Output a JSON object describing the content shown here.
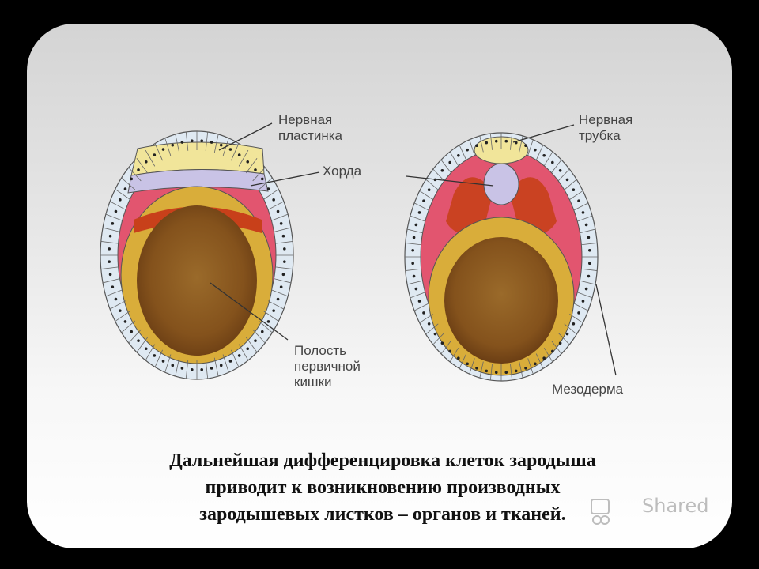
{
  "labels": {
    "neural_plate": "Нервная\nпластинка",
    "notochord": "Хорда",
    "neural_tube": "Нервная\nтрубка",
    "primary_gut": "Полость\nпервичной\nкишки",
    "mesoderm": "Мезодерма"
  },
  "caption": {
    "line1": "Дальнейшая дифференцировка клеток зародыша",
    "line2": "приводит к возникновению производных",
    "line3": "зародышевых листков – органов и тканей."
  },
  "watermark": "Shared",
  "colors": {
    "ectoderm": "#dfe9f2",
    "neural_plate": "#f1e59a",
    "notochord": "#c9c3e6",
    "mesoderm": "#e2556f",
    "endoderm": "#d9ad3a",
    "yolk": "#8f5f24",
    "gut_red": "#c8401a"
  },
  "icons": [
    "slideshare-logo-icon"
  ]
}
